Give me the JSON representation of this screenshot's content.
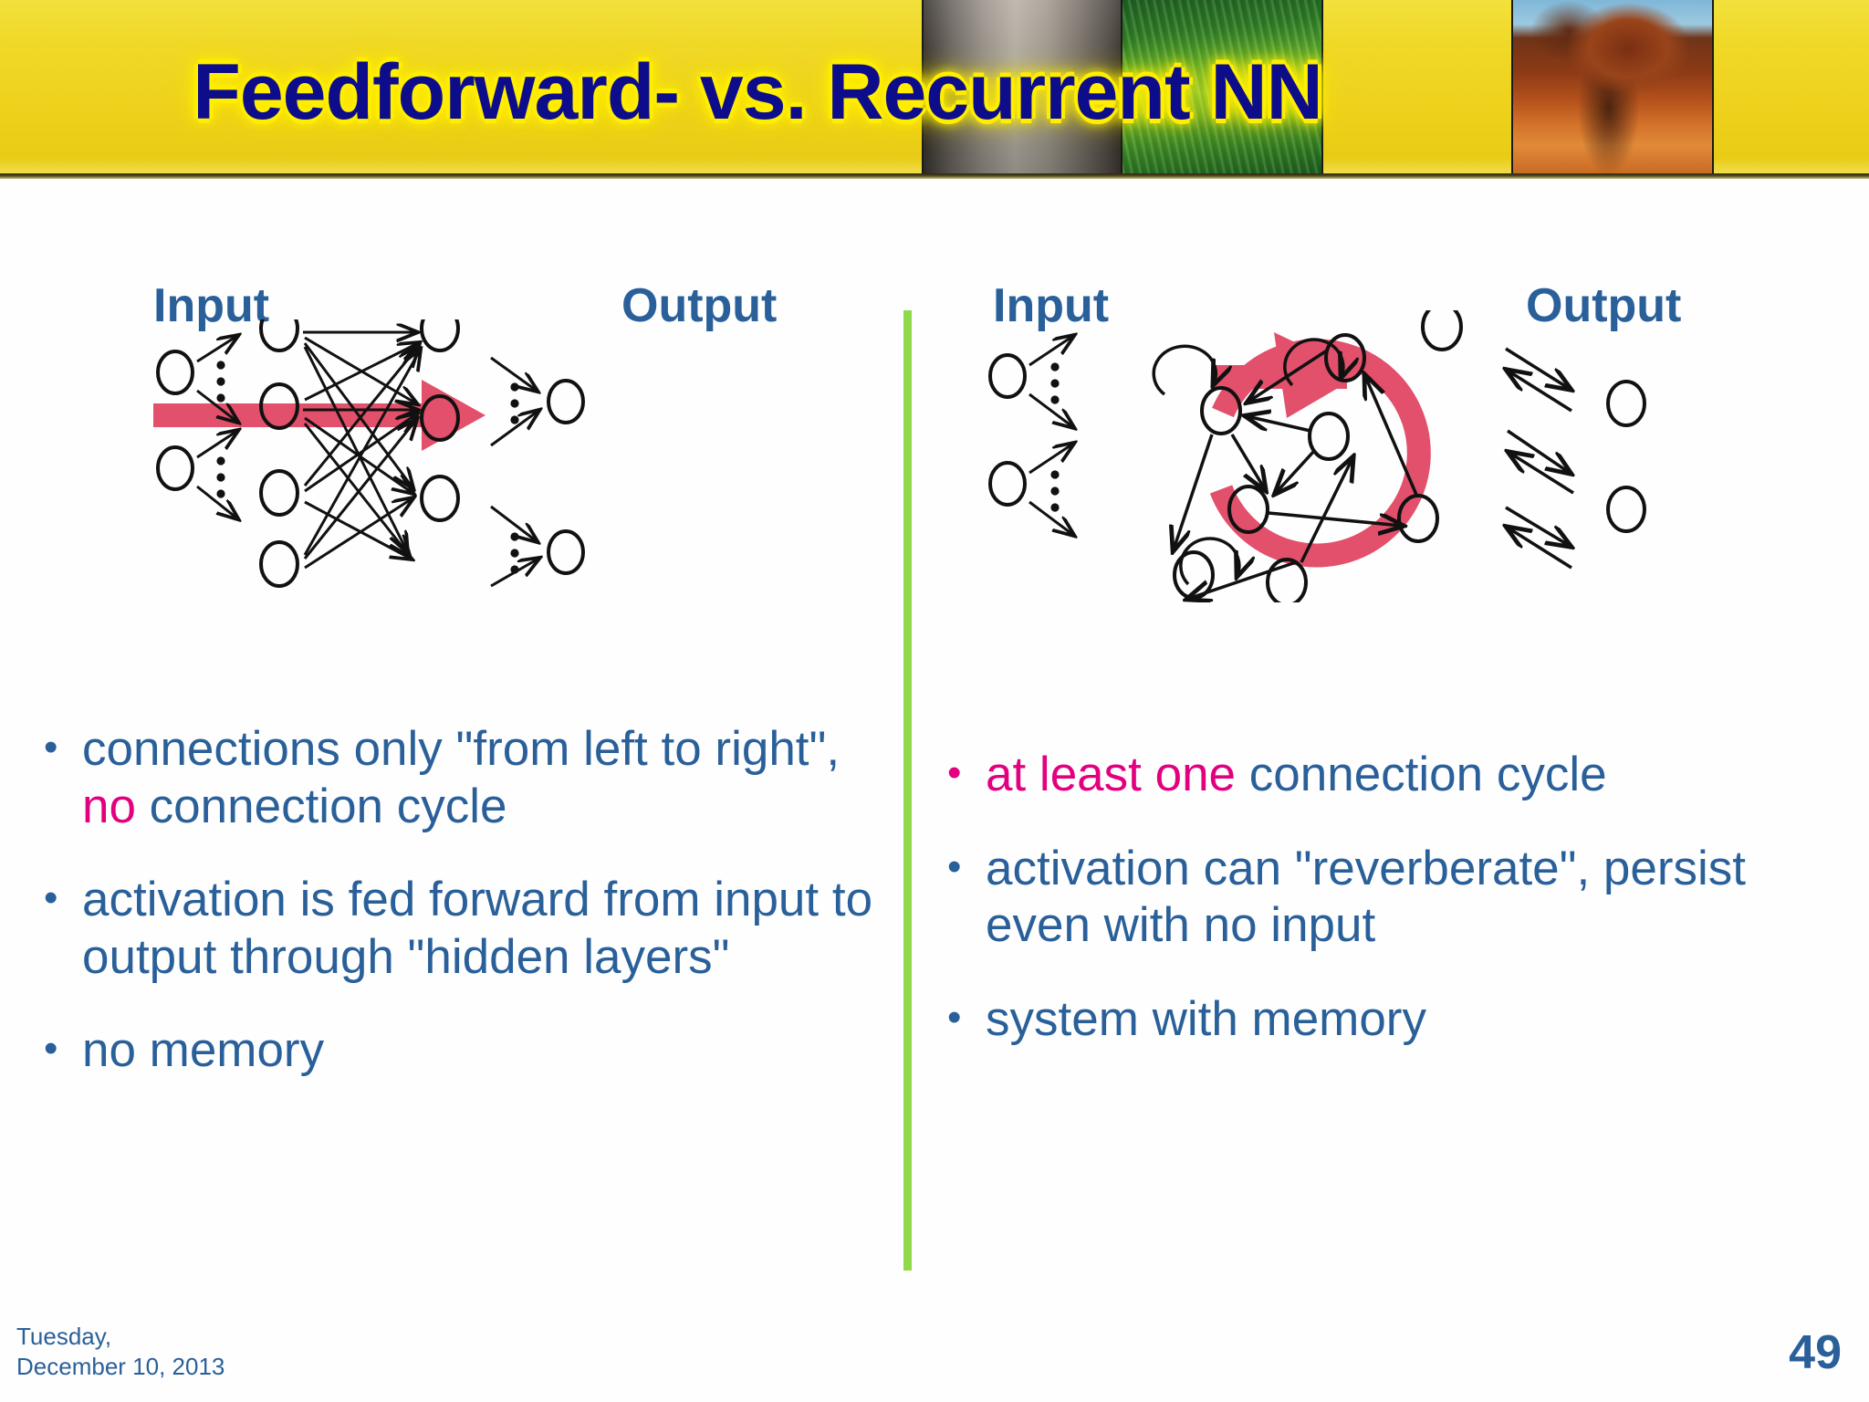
{
  "slide": {
    "title": "Feedforward- vs. Recurrent NN",
    "title_color": "#0d0d8c",
    "header_bg": "#eed11c",
    "accent_text_color": "#2a6099",
    "highlight_color": "#e3007f",
    "divider_color": "#8fd94a",
    "arrow_color": "#e2506b",
    "page_number": "49",
    "date_line1": "Tuesday,",
    "date_line2": "December 10, 2013"
  },
  "header": {
    "photos": [
      {
        "name": "concrete-wall-photo"
      },
      {
        "name": "green-grass-photo"
      },
      {
        "name": "autumn-tree-photo"
      }
    ]
  },
  "left_column": {
    "input_label": "Input",
    "output_label": "Output",
    "diagram_name": "feedforward-network-diagram",
    "bullets": [
      {
        "pre": "connections only \"from left to right\", ",
        "hl": "no",
        "post": " connection cycle"
      },
      {
        "pre": "activation is fed forward from input to output through \"hidden layers\"",
        "hl": "",
        "post": ""
      },
      {
        "pre": "no memory",
        "hl": "",
        "post": ""
      }
    ]
  },
  "right_column": {
    "input_label": "Input",
    "output_label": "Output",
    "diagram_name": "recurrent-network-diagram",
    "bullets": [
      {
        "pre": "",
        "hl": "at least one",
        "post": " connection cycle"
      },
      {
        "pre": "activation can \"reverberate\", persist even with no input",
        "hl": "",
        "post": ""
      },
      {
        "pre": "system with memory",
        "hl": "",
        "post": ""
      }
    ]
  },
  "bullet_glyph": "•"
}
